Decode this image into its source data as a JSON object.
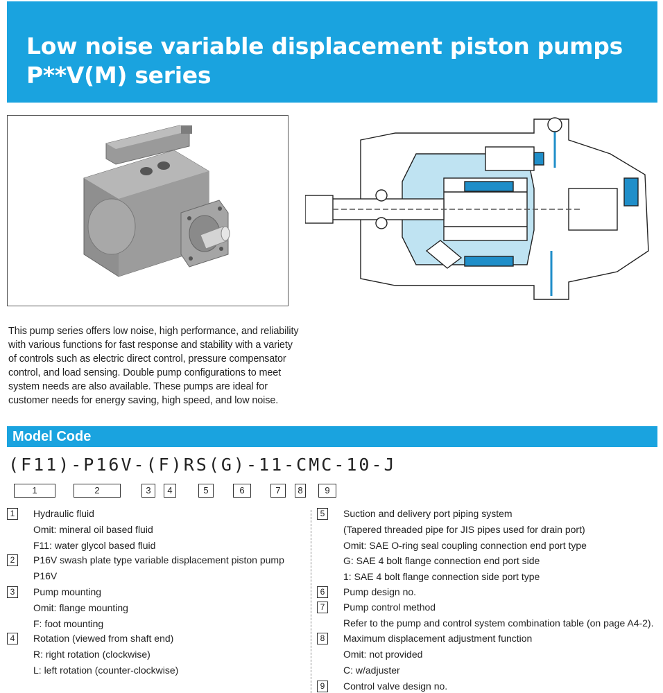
{
  "header": {
    "title_line1": "Low noise variable displacement piston pumps",
    "title_line2": "P**V(M) series"
  },
  "intro": {
    "lines": [
      "This pump series offers low noise, high performance, and reliability",
      "with various functions for fast response and stability with a variety",
      "of controls such as electric direct control, pressure compensator",
      "control, and load sensing. Double pump configurations to meet",
      "system needs are also available. These pumps are ideal for",
      "customer needs for energy saving, high speed, and low noise."
    ]
  },
  "model_code": {
    "heading": "Model Code",
    "code": "(F11)-P16V-(F)RS(G)-11-CMC-10-J",
    "boxes": [
      "1",
      "2",
      "3",
      "4",
      "5",
      "6",
      "7",
      "8",
      "9"
    ]
  },
  "left_items": [
    {
      "num": "1",
      "lines": [
        "Hydraulic fluid",
        "Omit: mineral oil based fluid",
        "F11: water glycol based fluid"
      ]
    },
    {
      "num": "2",
      "lines": [
        "P16V swash plate type variable displacement piston pump",
        "P16V"
      ]
    },
    {
      "num": "3",
      "lines": [
        "Pump mounting",
        "Omit: flange mounting",
        "F: foot mounting"
      ]
    },
    {
      "num": "4",
      "lines": [
        "Rotation (viewed from shaft end)",
        "R: right rotation (clockwise)",
        "L: left rotation (counter-clockwise)"
      ]
    }
  ],
  "right_items": [
    {
      "num": "5",
      "lines": [
        "Suction and delivery port piping system",
        "(Tapered threaded pipe for JIS pipes used for drain port)",
        "Omit: SAE O-ring seal coupling connection end port type",
        "G: SAE 4 bolt flange connection end port side",
        "1: SAE 4 bolt flange connection side port type"
      ]
    },
    {
      "num": "6",
      "lines": [
        "Pump design no."
      ]
    },
    {
      "num": "7",
      "lines": [
        "Pump control method",
        "Refer to the pump and control system combination table (on page A4-2)."
      ]
    },
    {
      "num": "8",
      "lines": [
        "Maximum displacement adjustment function",
        "Omit: not provided",
        "C: w/adjuster"
      ]
    },
    {
      "num": "9",
      "lines": [
        "Control valve design no."
      ]
    }
  ],
  "colors": {
    "accent": "#1aa3df",
    "diagram_blue": "#bfe3f2",
    "port_blue": "#1f8ec9"
  }
}
